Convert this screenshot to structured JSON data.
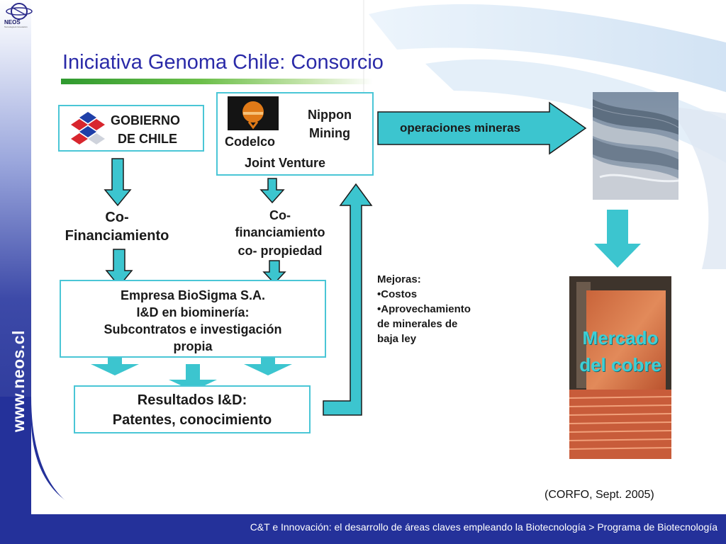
{
  "slide": {
    "title": "Iniciativa Genoma Chile: Consorcio",
    "side_text": "www.neos.cl",
    "logo_text": "NEOS",
    "logo_subtext": "Tecnología & Innovación",
    "source": "(CORFO, Sept. 2005)",
    "footer": "C&T e Innovación: el desarrollo de áreas claves empleando la Biotecnología > Programa de Biotecnología"
  },
  "diagram": {
    "gobierno": {
      "line1": "GOBIERNO",
      "line2": "DE CHILE"
    },
    "joint_venture": {
      "codelco": "Codelco",
      "nippon_line1": "Nippon",
      "nippon_line2": "Mining",
      "label": "Joint Venture"
    },
    "operaciones": "operaciones mineras",
    "cofin_left": {
      "line1": "Co-",
      "line2": "Financiamiento"
    },
    "cofin_right": {
      "line1": "Co-",
      "line2": "financiamiento",
      "line3": "co- propiedad"
    },
    "empresa": {
      "line1": "Empresa BioSigma S.A.",
      "line2": "I&D en biominería:",
      "line3": "Subcontratos e investigación",
      "line4": "propia"
    },
    "resultados": {
      "line1": "Resultados I&D:",
      "line2": "Patentes, conocimiento"
    },
    "mejoras": {
      "line1": "Mejoras:",
      "line2": "•Costos",
      "line3": "•Aprovechamiento",
      "line4": "de minerales de",
      "line5": "baja ley"
    },
    "mercado": {
      "line1": "Mercado",
      "line2": "del cobre"
    }
  },
  "colors": {
    "arrow": "#3cc5cf",
    "box_border": "#4ac6d6",
    "sidebar": "#2b3a9e",
    "title": "#2a2aa8"
  }
}
